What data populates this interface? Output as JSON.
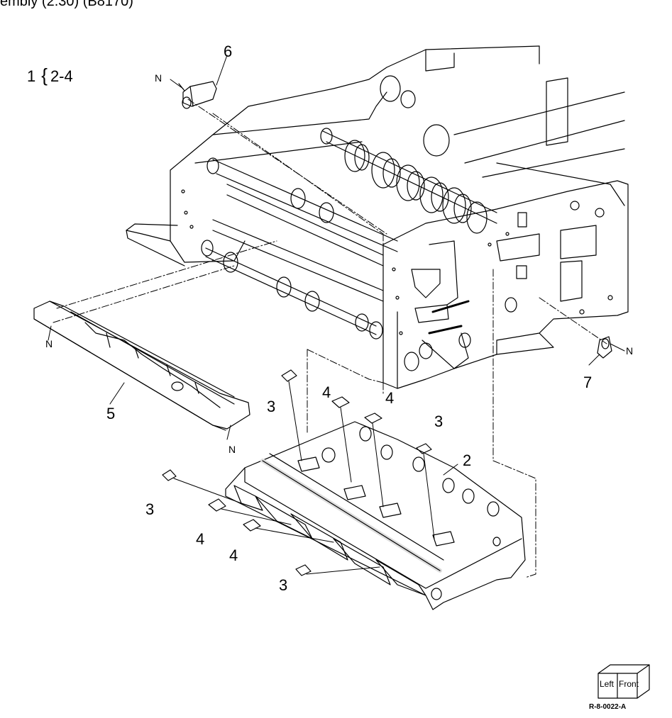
{
  "header": {
    "title": "embly (2.30) (B8170)"
  },
  "assembly_note": {
    "item": "1",
    "range": "2-4"
  },
  "callouts": {
    "c2": "2",
    "c3a": "3",
    "c3b": "3",
    "c3c": "3",
    "c3d": "3",
    "c4a": "4",
    "c4b": "4",
    "c4c": "4",
    "c4d": "4",
    "c5": "5",
    "c6": "6",
    "c7": "7",
    "n1": "N",
    "n2": "N",
    "n3": "N",
    "n4": "N"
  },
  "orientation": {
    "left_label": "Left",
    "front_label": "Front"
  },
  "reference_code": "R-8-0022-A",
  "colors": {
    "ink": "#000000",
    "background": "#ffffff",
    "shading": "#dddddd"
  }
}
